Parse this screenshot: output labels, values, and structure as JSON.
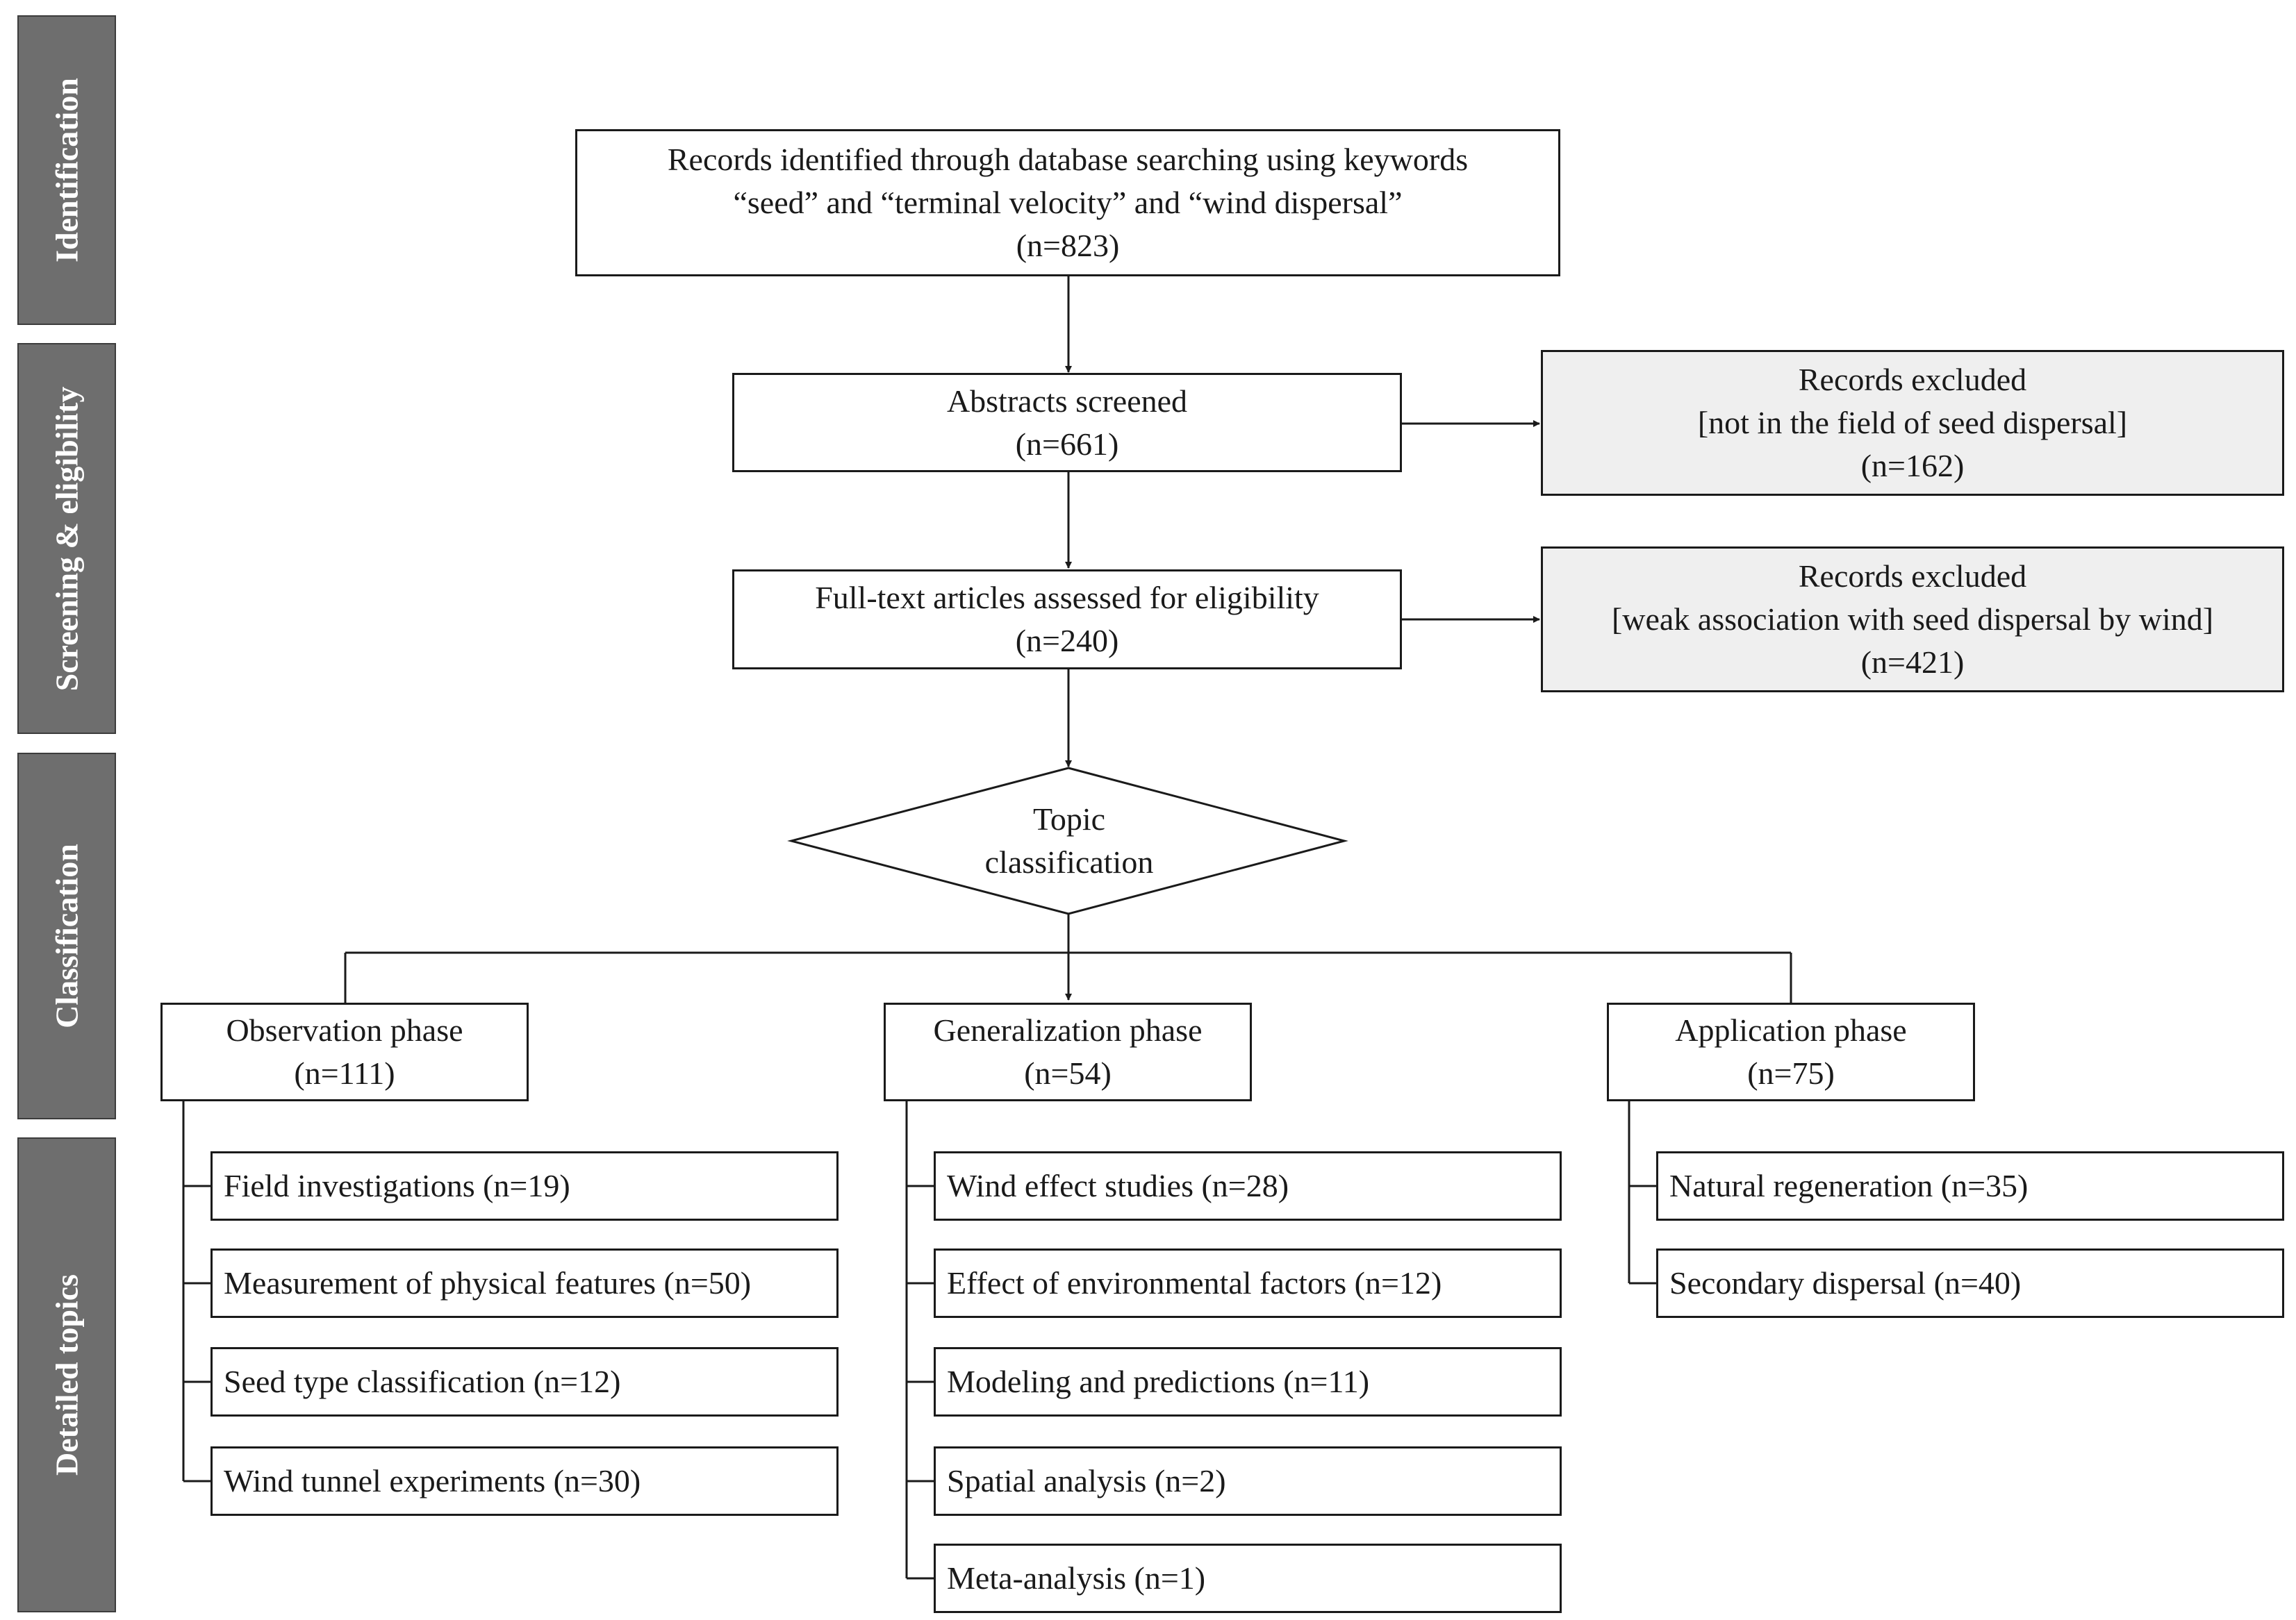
{
  "phases": {
    "identification": "Identification",
    "screening": "Screening & eligibility",
    "classification": "Classification",
    "detailed": "Detailed topics"
  },
  "records": {
    "line1": "Records identified through database searching using keywords",
    "line2": "“seed” and “terminal velocity” and “wind dispersal”",
    "count": "(n=823)"
  },
  "abstracts": {
    "label": "Abstracts screened",
    "count": "(n=661)"
  },
  "fulltext": {
    "label": "Full-text articles assessed for eligibility",
    "count": "(n=240)"
  },
  "excluded1": {
    "title": "Records excluded",
    "reason": "[not in the field of seed dispersal]",
    "count": "(n=162)"
  },
  "excluded2": {
    "title": "Records excluded",
    "reason": "[weak association with seed dispersal by wind]",
    "count": "(n=421)"
  },
  "topic": {
    "line1": "Topic",
    "line2": "classification"
  },
  "observation": {
    "title": "Observation phase",
    "count": "(n=111)",
    "items": [
      "Field investigations (n=19)",
      "Measurement of physical features (n=50)",
      "Seed type classification (n=12)",
      "Wind tunnel experiments (n=30)"
    ]
  },
  "generalization": {
    "title": "Generalization phase",
    "count": "(n=54)",
    "items": [
      "Wind effect studies (n=28)",
      "Effect of environmental factors (n=12)",
      "Modeling and predictions (n=11)",
      "Spatial analysis (n=2)",
      "Meta-analysis (n=1)"
    ]
  },
  "application": {
    "title": "Application phase",
    "count": "(n=75)",
    "items": [
      "Natural regeneration (n=35)",
      "Secondary dispersal (n=40)"
    ]
  }
}
